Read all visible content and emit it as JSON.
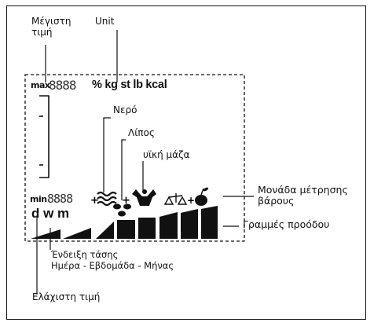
{
  "labels": {
    "max_value": "Μέγιστη\nτιμή",
    "unit": "Unit",
    "water": "Νερό",
    "fat": "Λίπος",
    "muscle_mass": "υϊκή μάζα",
    "weight_unit": "Μονάδα μέτρησης\nβάρους",
    "progress_bars": "Γραμμές προόδου",
    "trend": "Ένδειξη τάσης\nΗμέρα - Εβδομάδα - Μήνας",
    "min_value": "Ελάχιστη τιμή"
  },
  "lcd": {
    "max_prefix": "max",
    "max_digits": "8888",
    "units": "% kg st lb kcal",
    "min_prefix": "min",
    "min_digits": "8888",
    "period": "d w m"
  },
  "colors": {
    "ink": "#111111",
    "background": "#ffffff"
  },
  "icons": [
    "water-waves-icon",
    "fat-drops-icon",
    "muscle-flex-icon",
    "balance-scale-icon",
    "apple-icon"
  ]
}
